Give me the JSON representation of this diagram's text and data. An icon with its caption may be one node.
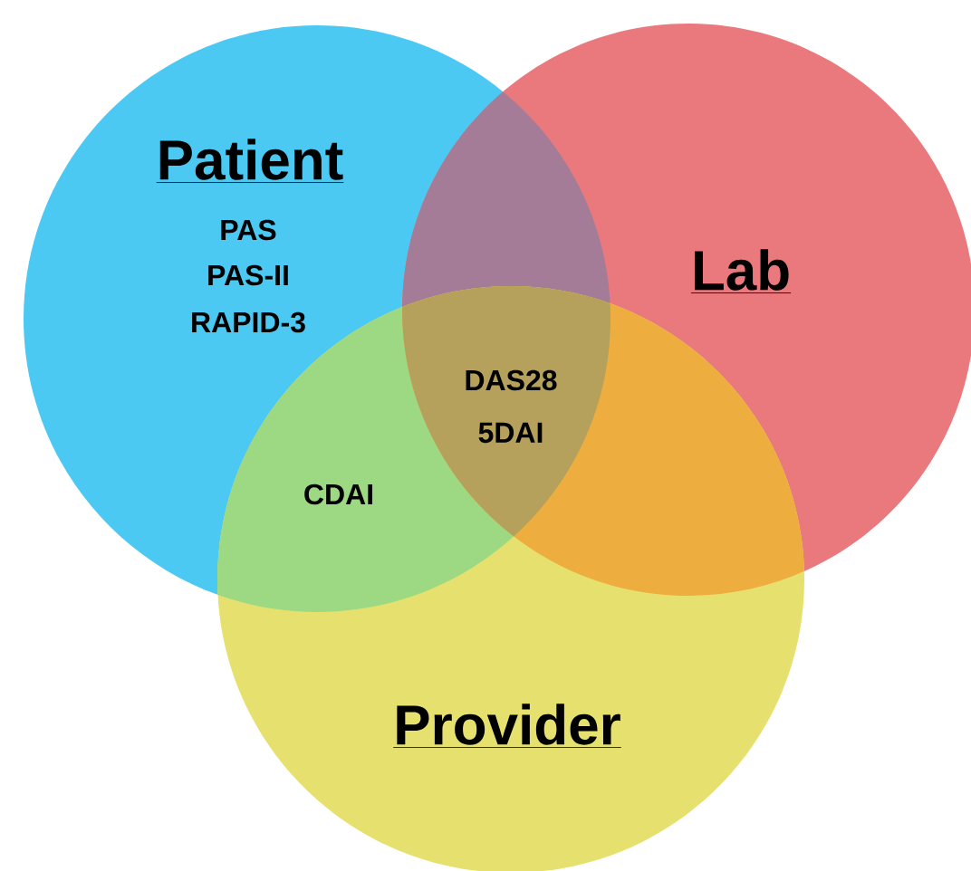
{
  "diagram": {
    "nodes": [
      {
        "text": [
          "Patient",
          "PAS",
          "PAS-II",
          "RAPID-3"
        ]
      },
      {
        "text": [
          "Lab"
        ]
      },
      {
        "text": [
          "Provider"
        ]
      }
    ],
    "labels": [
      "DAS28",
      "5DAI",
      "CDAI"
    ]
  }
}
